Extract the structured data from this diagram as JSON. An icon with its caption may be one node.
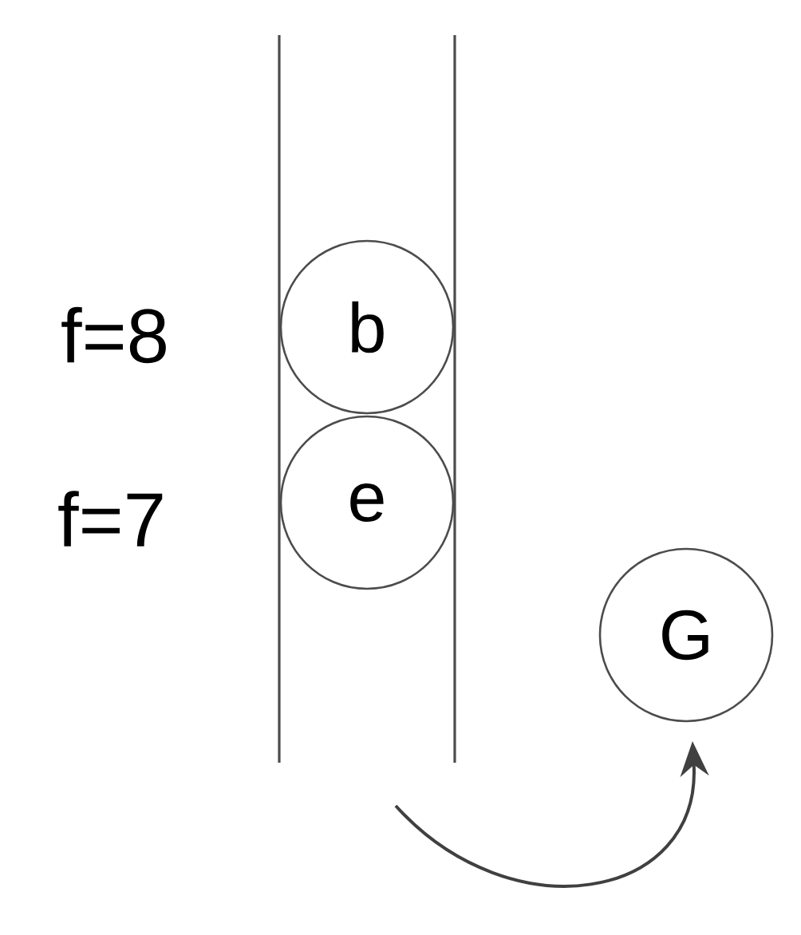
{
  "diagram": {
    "nodes": [
      {
        "text": [
          "b"
        ],
        "beside": [
          "f=8"
        ]
      },
      {
        "text": [
          "e"
        ],
        "beside": [
          "f=7"
        ]
      },
      {
        "text": [
          "G"
        ]
      }
    ],
    "edges": [
      {
        "from": null,
        "to": 2,
        "arrow": "to"
      }
    ]
  }
}
